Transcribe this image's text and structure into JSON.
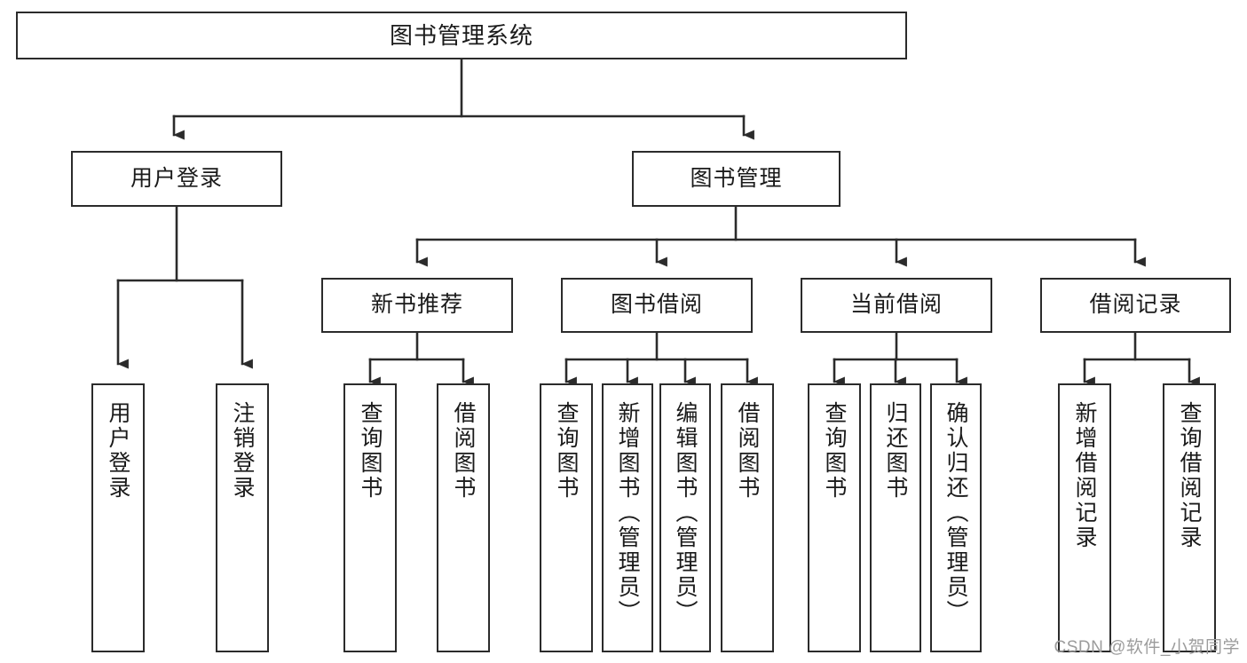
{
  "diagram": {
    "title": "图书管理系统",
    "watermark": "CSDN @软件_小贺同学",
    "colors": {
      "stroke": "#2b2b2b",
      "fill": "#ffffff",
      "text": "#1a1a1a",
      "watermark": "#9c9c9c"
    },
    "nodes": {
      "root": {
        "label": "图书管理系统"
      },
      "level2": [
        {
          "id": "user-login",
          "label": "用户登录"
        },
        {
          "id": "book-manage",
          "label": "图书管理"
        }
      ],
      "level3": [
        {
          "id": "new-book-recommend",
          "label": "新书推荐"
        },
        {
          "id": "book-borrow",
          "label": "图书借阅"
        },
        {
          "id": "current-borrow",
          "label": "当前借阅"
        },
        {
          "id": "borrow-record",
          "label": "借阅记录"
        }
      ],
      "leaves": {
        "user-login": [
          {
            "id": "leaf-user-login",
            "label": "用户登录"
          },
          {
            "id": "leaf-user-logout",
            "label": "注销登录"
          }
        ],
        "new-book-recommend": [
          {
            "id": "leaf-query-book-1",
            "label": "查询图书"
          },
          {
            "id": "leaf-borrow-book-1",
            "label": "借阅图书"
          }
        ],
        "book-borrow": [
          {
            "id": "leaf-query-book-2",
            "label": "查询图书"
          },
          {
            "id": "leaf-add-book",
            "label": "新增图书（管理员）"
          },
          {
            "id": "leaf-edit-book",
            "label": "编辑图书（管理员）"
          },
          {
            "id": "leaf-borrow-book-2",
            "label": "借阅图书"
          }
        ],
        "current-borrow": [
          {
            "id": "leaf-query-book-3",
            "label": "查询图书"
          },
          {
            "id": "leaf-return-book",
            "label": "归还图书"
          },
          {
            "id": "leaf-confirm-return",
            "label": "确认归还（管理员）"
          }
        ],
        "borrow-record": [
          {
            "id": "leaf-add-record",
            "label": "新增借阅记录"
          },
          {
            "id": "leaf-query-record",
            "label": "查询借阅记录"
          }
        ]
      }
    }
  }
}
